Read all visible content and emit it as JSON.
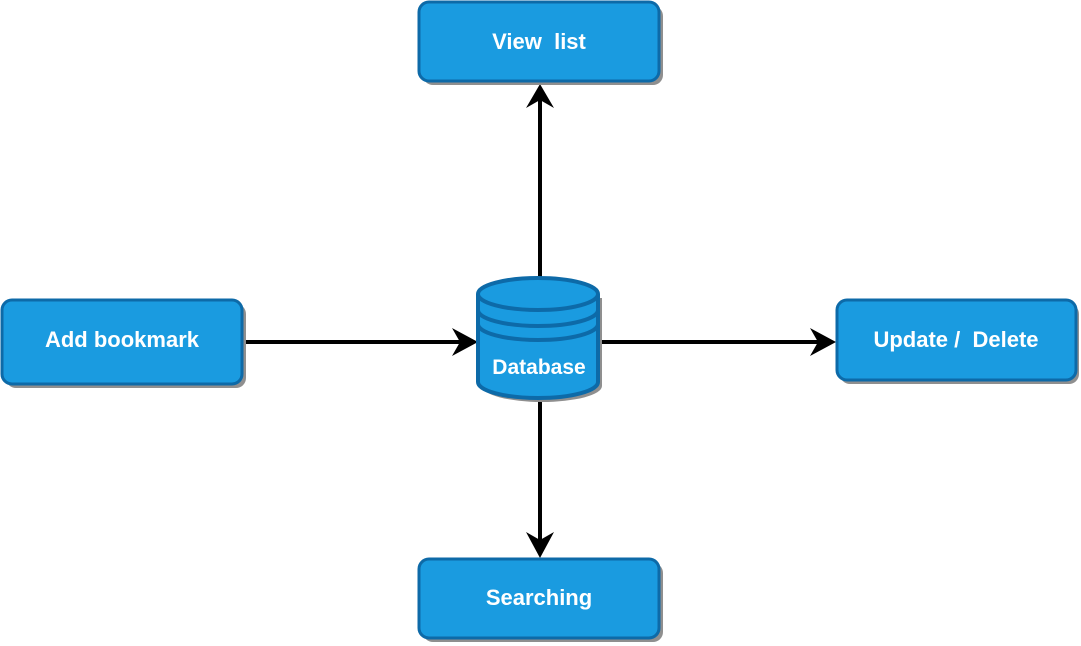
{
  "diagram": {
    "nodes": {
      "view_list": {
        "label": "View  list"
      },
      "add_bookmark": {
        "label": "Add bookmark"
      },
      "database": {
        "label": "Database"
      },
      "update_delete": {
        "label": "Update /  Delete"
      },
      "searching": {
        "label": "Searching"
      }
    },
    "edges": [
      {
        "from": "Database",
        "to": "View  list"
      },
      {
        "from": "Add bookmark",
        "to": "Database"
      },
      {
        "from": "Database",
        "to": "Update /  Delete"
      },
      {
        "from": "Database",
        "to": "Searching"
      }
    ]
  },
  "colors": {
    "node_fill": "#1a9be0",
    "node_stroke": "#0d6aa8",
    "shadow": "#8f8f8f",
    "arrow": "#000000",
    "label": "#ffffff"
  }
}
